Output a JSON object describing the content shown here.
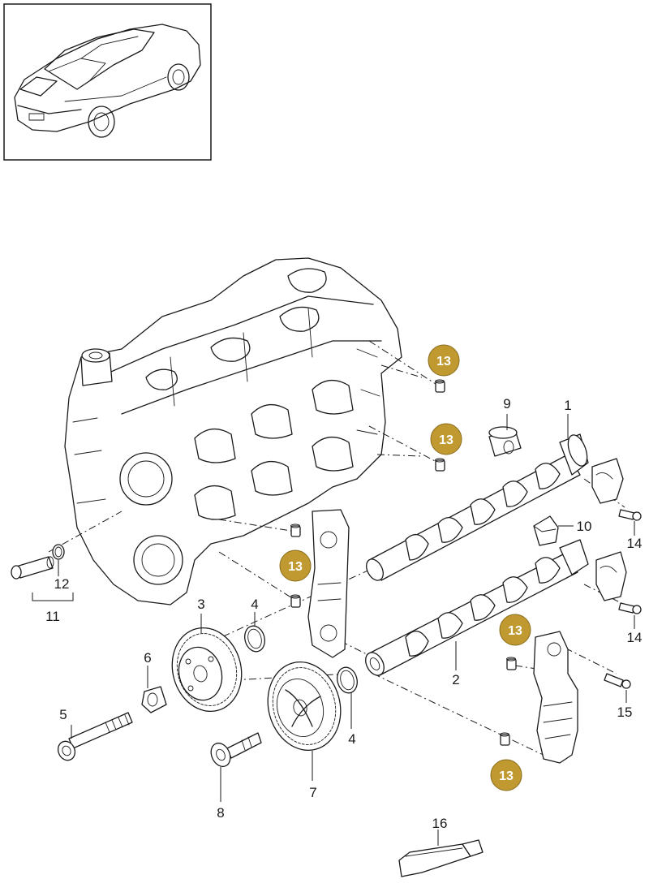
{
  "colors": {
    "line": "#1a1a1a",
    "badge": "#c09a30",
    "background": "#ffffff"
  },
  "callouts": {
    "c1": "1",
    "c2": "2",
    "c3": "3",
    "c4a": "4",
    "c4b": "4",
    "c5": "5",
    "c6": "6",
    "c7": "7",
    "c8": "8",
    "c9": "9",
    "c10": "10",
    "c11": "11",
    "c12": "12",
    "c14a": "14",
    "c14b": "14",
    "c15": "15",
    "c16": "16"
  },
  "badges": {
    "b1": "13",
    "b2": "13",
    "b3": "13",
    "b4": "13",
    "b5": "13"
  },
  "icons": [
    "car-thumbnail-icon"
  ]
}
